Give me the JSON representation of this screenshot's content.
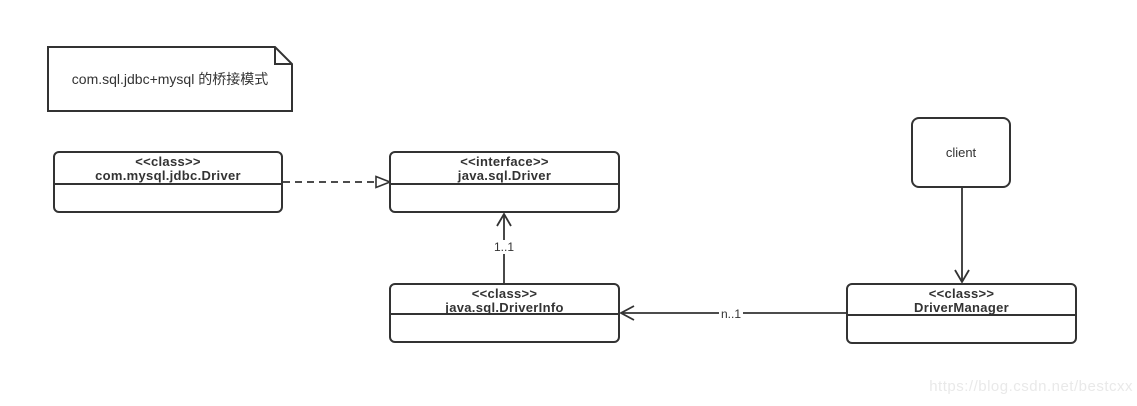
{
  "note": {
    "text": "com.sql.jdbc+mysql 的桥接模式"
  },
  "classes": {
    "mysql_driver": {
      "stereotype": "<<class>>",
      "name": "com.mysql.jdbc.Driver"
    },
    "java_sql_driver": {
      "stereotype": "<<interface>>",
      "name": "java.sql.Driver"
    },
    "driver_info": {
      "stereotype": "<<class>>",
      "name": "java.sql.DriverInfo"
    },
    "driver_manager": {
      "stereotype": "<<class>>",
      "name": "DriverManager"
    },
    "client": {
      "name": "client"
    }
  },
  "edges": {
    "driverinfo_to_driver": {
      "label": "1..1",
      "style": "solid",
      "arrowhead": "open"
    },
    "drivermanager_to_driverinfo": {
      "label": "n..1",
      "style": "solid",
      "arrowhead": "open"
    },
    "mysqldriver_to_javasqldriver": {
      "label": "",
      "style": "dashed",
      "arrowhead": "hollow-triangle"
    },
    "client_to_drivermanager": {
      "label": "",
      "style": "solid",
      "arrowhead": "open"
    }
  },
  "watermark": {
    "text": "https://blog.csdn.net/bestcxx"
  },
  "colors": {
    "line": "#333333",
    "text": "#333333",
    "background": "#ffffff",
    "watermark": "#e9e9e9"
  }
}
